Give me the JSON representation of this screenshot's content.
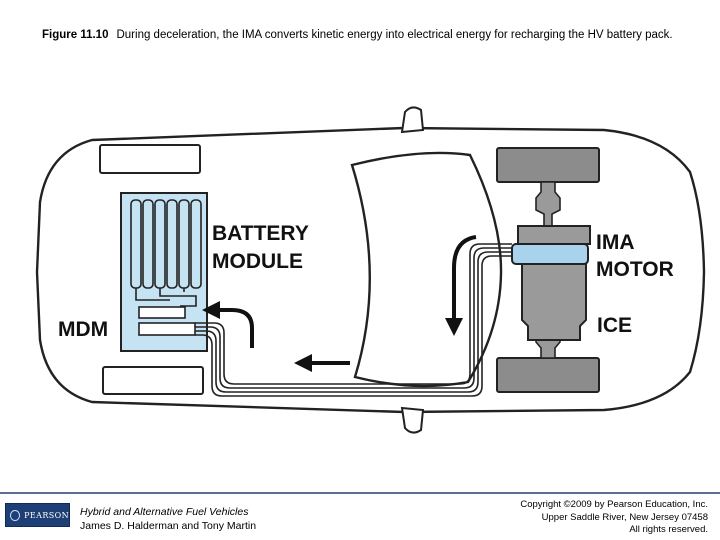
{
  "caption": {
    "figure_number": "Figure 11.10",
    "text": "During deceleration, the IMA converts kinetic energy into electrical energy for recharging the HV battery pack."
  },
  "diagram": {
    "labels": {
      "battery_line1": "BATTERY",
      "battery_line2": "MODULE",
      "ima_line1": "IMA",
      "ima_line2": "MOTOR",
      "ice": "ICE",
      "mdm": "MDM"
    },
    "colors": {
      "battery_fill": "#c5e3f2",
      "ima_fill": "#a9d3ec",
      "engine_fill": "#9a9a9a",
      "wheel_fill": "#8c8c8c"
    }
  },
  "footer": {
    "logo_text": "PEARSON",
    "book_title": "Hybrid and Alternative Fuel Vehicles",
    "book_authors": "James D. Halderman and Tony Martin",
    "copyright_line1": "Copyright ©2009 by Pearson Education, Inc.",
    "copyright_line2": "Upper Saddle River, New Jersey 07458",
    "copyright_line3": "All rights reserved."
  }
}
